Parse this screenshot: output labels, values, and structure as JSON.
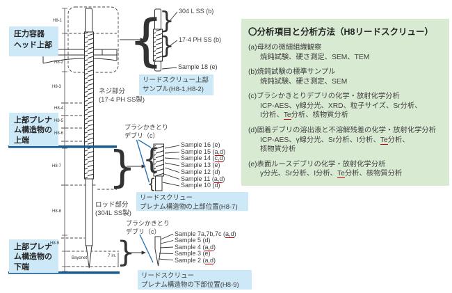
{
  "colors": {
    "label_blue": "#cde9f7",
    "panel_green": "#d9ead3",
    "navy_line": "#1b5a8c",
    "leader_blue": "#2e74b5",
    "underline_red": "#cc0000"
  },
  "diagram": {
    "left_labels": [
      "圧力容器\nヘッド上部",
      "上部プレナ\nム構造物の\n上端",
      "上部プレナ\nム構造物の\n下端"
    ],
    "markers": [
      "H8-1",
      "H8-2",
      "H8-3",
      "H8-4",
      "H8-5",
      "H8-6",
      "H8-7",
      "H8-8",
      "H8-9"
    ],
    "bayonet_label": "Bayonet",
    "seven_inch_label": "7 in.",
    "screw_section_label": "ネジ部分\n(17-4 PH SS製)",
    "rod_section_label": "ロッド部分\n(304L SS製)",
    "brush_debris_upper": "ブラシかきとり\nデブリ（c）",
    "brush_debris_lower": "ブラシかきとり\nデブリ（c）",
    "top_inset_labels": [
      "304 L SS (b)",
      "17-4 PH SS (b)",
      "Sample 18 (e)"
    ],
    "captions": [
      "リードスクリュー上部\nサンプル(H8-1,H8-2)",
      "リードスクリュー\nプレナム構造物の上部位置(H8-7)",
      "リードスクリュー\nプレナム構造物の下部位置(H8-9)"
    ],
    "sample_groups": [
      {
        "name": "plenum-upper",
        "samples": [
          {
            "name": "Sample 16",
            "code": "e",
            "underline": false
          },
          {
            "name": "Sample 15",
            "code": "a,d",
            "underline": true
          },
          {
            "name": "Sample 14",
            "code": "c,d",
            "underline": true
          },
          {
            "name": "Sample 13",
            "code": "e",
            "underline": false
          },
          {
            "name": "Sample 12",
            "code": "d",
            "underline": false
          },
          {
            "name": "Sample 11",
            "code": "a,d",
            "underline": true
          },
          {
            "name": "Sample 10",
            "code": "d",
            "underline": false
          }
        ]
      },
      {
        "name": "plenum-lower",
        "samples": [
          {
            "name": "Sample 7a,7b,7c",
            "code": "a,d",
            "underline": true
          },
          {
            "name": "Sample 5",
            "code": "d",
            "underline": false
          },
          {
            "name": "Sample 4",
            "code": "a,d",
            "underline": true
          },
          {
            "name": "Sample 3",
            "code": "e",
            "underline": false
          },
          {
            "name": "Sample 2",
            "code": "a,d",
            "underline": true
          }
        ]
      }
    ]
  },
  "panel": {
    "title": "〇分析項目と分析方法（H8リードスクリュー）",
    "items": [
      {
        "heading": "(a)母材の微細組織観察",
        "lines": [
          [
            {
              "t": "焼鈍試験、硬さ測定、SEM、TEM"
            }
          ]
        ]
      },
      {
        "heading": "(b)焼鈍試験の標準サンプル",
        "lines": [
          [
            {
              "t": "焼鈍試験、硬さ測定、SEM"
            }
          ]
        ]
      },
      {
        "heading": "(c)ブラシかきとりデブリの化学・放射化学分析",
        "lines": [
          [
            {
              "t": "ICP-AES、γ線分光、XRD、粒子サイズ、Sr分析、"
            }
          ],
          [
            {
              "t": "I分析、"
            },
            {
              "t": "Te",
              "u": true
            },
            {
              "t": "分析、核物質分析"
            }
          ]
        ]
      },
      {
        "heading": "(d)固着デブリの溶出液と不溶解残差の化学・放射化学分析",
        "lines": [
          [
            {
              "t": "ICP-AES、γ線分光、Sr分析、I分析、"
            },
            {
              "t": "Te",
              "u": true
            },
            {
              "t": "分析、"
            }
          ],
          [
            {
              "t": "核物質分析"
            }
          ]
        ]
      },
      {
        "heading": "(e)表面ルースデブリの化学・放射化学分析",
        "lines": [
          [
            {
              "t": "γ分光、Sr分析、I分析、"
            },
            {
              "t": "Te",
              "u": true
            },
            {
              "t": "分析、核物質分析"
            }
          ]
        ]
      }
    ]
  }
}
